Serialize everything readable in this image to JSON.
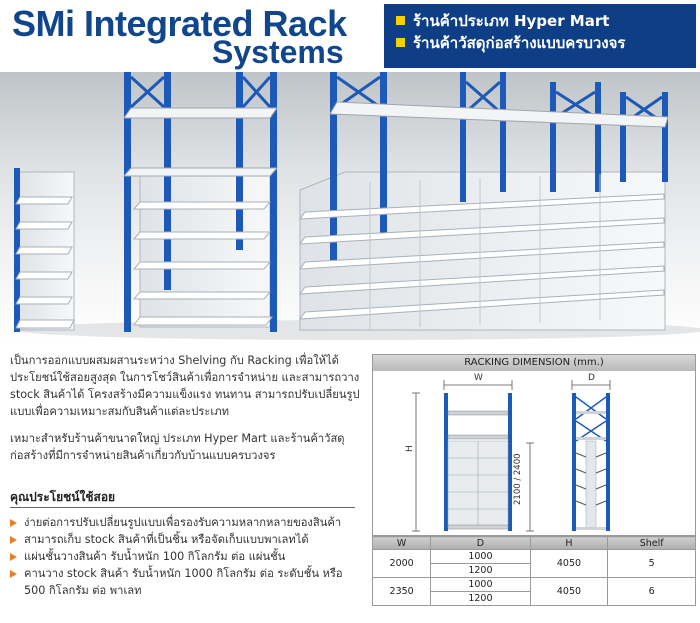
{
  "header": {
    "title_line1": "SMi Integrated Rack",
    "title_line2": "Systems",
    "bullets": [
      "ร้านค้าประเภท Hyper Mart",
      "ร้านค้าวัสดุก่อสร้างแบบครบวงจร"
    ]
  },
  "description": {
    "para1": "เป็นการออกแบบผสมผสานระหว่าง Shelving กับ Racking เพื่อให้ได้ประโยชน์ใช้สอยสูงสุด ในการโชว์สินค้าเพื่อการจำหน่าย และสามารถวาง stock สินค้าได้ โครงสร้างมีความแข็งแรง ทนทาน สามารถปรับเปลี่ยนรูปแบบเพื่อความเหมาะสมกับสินค้าแต่ละประเภท",
    "para2": "เหมาะสำหรับร้านค้าขนาดใหญ่ ประเภท Hyper Mart และร้านค้าวัสดุก่อสร้างที่มีการจำหน่ายสินค้าเกี่ยวกับบ้านแบบครบวงจร"
  },
  "benefits": {
    "heading": "คุณประโยชน์ใช้สอย",
    "items": [
      "ง่ายต่อการปรับเปลี่ยนรูปแบบเพื่อรองรับความหลากหลายของสินค้า",
      "สามารถเก็บ stock สินค้าที่เป็นชิ้น หรือจัดเก็บแบบพาเลทได้",
      "แผ่นชั้นวางสินค้า รับน้ำหนัก 100 กิโลกรัม ต่อ แผ่นชั้น",
      "คานวาง stock สินค้า รับน้ำหนัก 1000 กิโลกรัม ต่อ ระดับชั้น หรือ 500 กิโลกรัม ต่อ พาเลท"
    ]
  },
  "dimension": {
    "title": "RACKING DIMENSION (mm.)",
    "label_w": "W",
    "label_d": "D",
    "label_h": "H",
    "label_height": "2100 / 2400"
  },
  "table": {
    "headers": [
      "W",
      "D",
      "H",
      "Shelf"
    ],
    "rows": [
      {
        "w": "2000",
        "d1": "1000",
        "d2": "1200",
        "h": "4050",
        "shelf": "5"
      },
      {
        "w": "2350",
        "d1": "1000",
        "d2": "1200",
        "h": "4050",
        "shelf": "6"
      }
    ]
  },
  "colors": {
    "brand_blue": "#11468d",
    "upright_blue": "#1d59b8",
    "bullet_yellow": "#f6d000",
    "bullet_orange": "#e8802a"
  }
}
